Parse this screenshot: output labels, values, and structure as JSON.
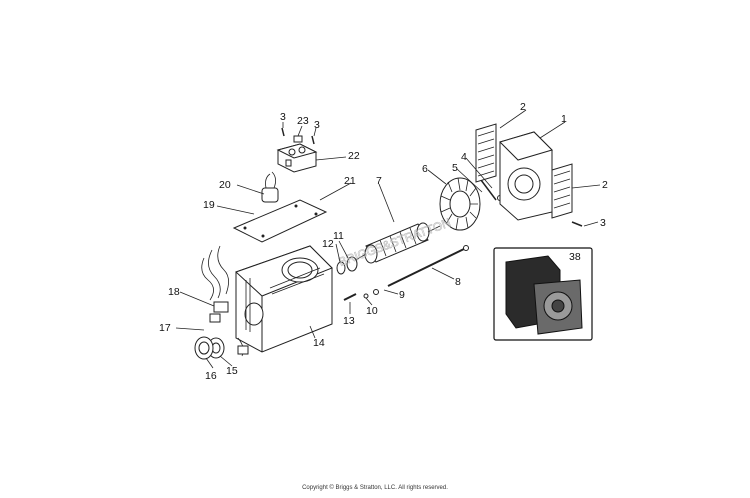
{
  "diagram": {
    "callouts": {
      "c1": "1",
      "c2a": "2",
      "c2b": "2",
      "c3a": "3",
      "c3b": "3",
      "c3c": "3",
      "c4": "4",
      "c5": "5",
      "c6": "6",
      "c7": "7",
      "c8": "8",
      "c9": "9",
      "c10": "10",
      "c11": "11",
      "c12": "12",
      "c13": "13",
      "c14": "14",
      "c15": "15",
      "c16": "16",
      "c17": "17",
      "c18": "18",
      "c19": "19",
      "c20": "20",
      "c21": "21",
      "c22": "22",
      "c23": "23",
      "c38": "38"
    },
    "watermark": "BRIGGS&STRATTON"
  },
  "footer": {
    "copyright": "Copyright © Briggs & Stratton, LLC. All rights reserved."
  }
}
